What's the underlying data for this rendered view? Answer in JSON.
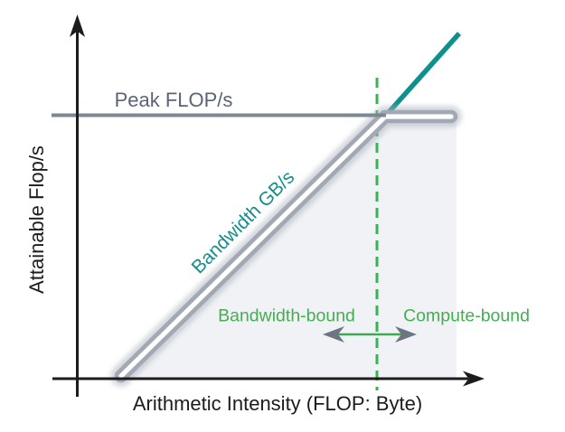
{
  "figure": {
    "kind": "roofline-model-diagram",
    "labels": {
      "peak": "Peak FLOP/s",
      "bandwidth": "Bandwidth GB/s",
      "y_axis": "Attainable Flop/s",
      "x_axis": "Arithmetic Intensity (FLOP: Byte)",
      "bandwidth_bound": "Bandwidth-bound",
      "compute_bound": "Compute-bound"
    },
    "colors": {
      "axis": "#1c1c1e",
      "peak_line_gray": "#7d8793",
      "roofline_tube_gray": "#a2a9b4",
      "roofline_tube_core": "#ffffff",
      "roofline_glow": "#aab1bc",
      "bandwidth_extension_teal": "#0e918c",
      "threshold_dashed_green": "#3bb151",
      "region_text_green": "#45ad53",
      "teal_text": "#148e8c",
      "slate_text": "#5b6477",
      "shaded_region_fill": "#f1f2f5"
    },
    "chart_data": {
      "type": "line",
      "title": "",
      "xlabel": "Arithmetic Intensity (FLOP: Byte)",
      "ylabel": "Attainable Flop/s",
      "axes_numeric_ticks": "none (qualitative schematic, no numeric values shown)",
      "series": [
        {
          "name": "Peak FLOP/s",
          "shape": "horizontal ceiling line",
          "color": "#7d8793"
        },
        {
          "name": "Bandwidth GB/s",
          "shape": "45-degree diagonal roofline joining flat ceiling at the ridge point",
          "color": "#a2a9b4"
        },
        {
          "name": "bandwidth extension beyond ridge",
          "shape": "45-degree diagonal continuing above the ceiling",
          "color": "#0e918c"
        },
        {
          "name": "ridge-point threshold",
          "shape": "vertical dashed line at the ridge point",
          "color": "#3bb151"
        }
      ],
      "regions": [
        {
          "label": "Bandwidth-bound",
          "position": "left of dashed threshold"
        },
        {
          "label": "Compute-bound",
          "position": "right of dashed threshold"
        }
      ],
      "annotations": [
        {
          "name": "double-headed arrow",
          "position": "spanning the dashed threshold between the two region labels"
        }
      ],
      "legend": "none"
    }
  }
}
